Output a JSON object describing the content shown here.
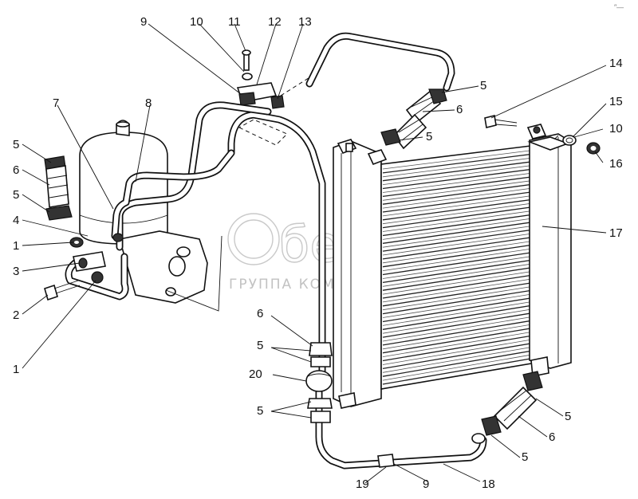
{
  "diagram": {
    "callouts": [
      {
        "id": "c1a",
        "text": "1"
      },
      {
        "id": "c1b",
        "text": "1"
      },
      {
        "id": "c2",
        "text": "2"
      },
      {
        "id": "c3",
        "text": "3"
      },
      {
        "id": "c4",
        "text": "4"
      },
      {
        "id": "c5a",
        "text": "5"
      },
      {
        "id": "c5b",
        "text": "5"
      },
      {
        "id": "c5c",
        "text": "5"
      },
      {
        "id": "c5d",
        "text": "5"
      },
      {
        "id": "c5e",
        "text": "5"
      },
      {
        "id": "c5f",
        "text": "5"
      },
      {
        "id": "c5g",
        "text": "5"
      },
      {
        "id": "c5h",
        "text": "5"
      },
      {
        "id": "c6a",
        "text": "6"
      },
      {
        "id": "c6b",
        "text": "6"
      },
      {
        "id": "c6c",
        "text": "6"
      },
      {
        "id": "c6d",
        "text": "6"
      },
      {
        "id": "c7",
        "text": "7"
      },
      {
        "id": "c8",
        "text": "8"
      },
      {
        "id": "c9a",
        "text": "9"
      },
      {
        "id": "c9b",
        "text": "9"
      },
      {
        "id": "c10a",
        "text": "10"
      },
      {
        "id": "c10b",
        "text": "10"
      },
      {
        "id": "c11",
        "text": "11"
      },
      {
        "id": "c12",
        "text": "12"
      },
      {
        "id": "c13",
        "text": "13"
      },
      {
        "id": "c14",
        "text": "14"
      },
      {
        "id": "c15",
        "text": "15"
      },
      {
        "id": "c16",
        "text": "16"
      },
      {
        "id": "c17",
        "text": "17"
      },
      {
        "id": "c18",
        "text": "18"
      },
      {
        "id": "c19",
        "text": "19"
      },
      {
        "id": "c20",
        "text": "20"
      }
    ]
  },
  "watermark": {
    "brand": "белагро",
    "tagline": "ГРУППА КОМПАНИЙ"
  },
  "corner_mark": "″—"
}
